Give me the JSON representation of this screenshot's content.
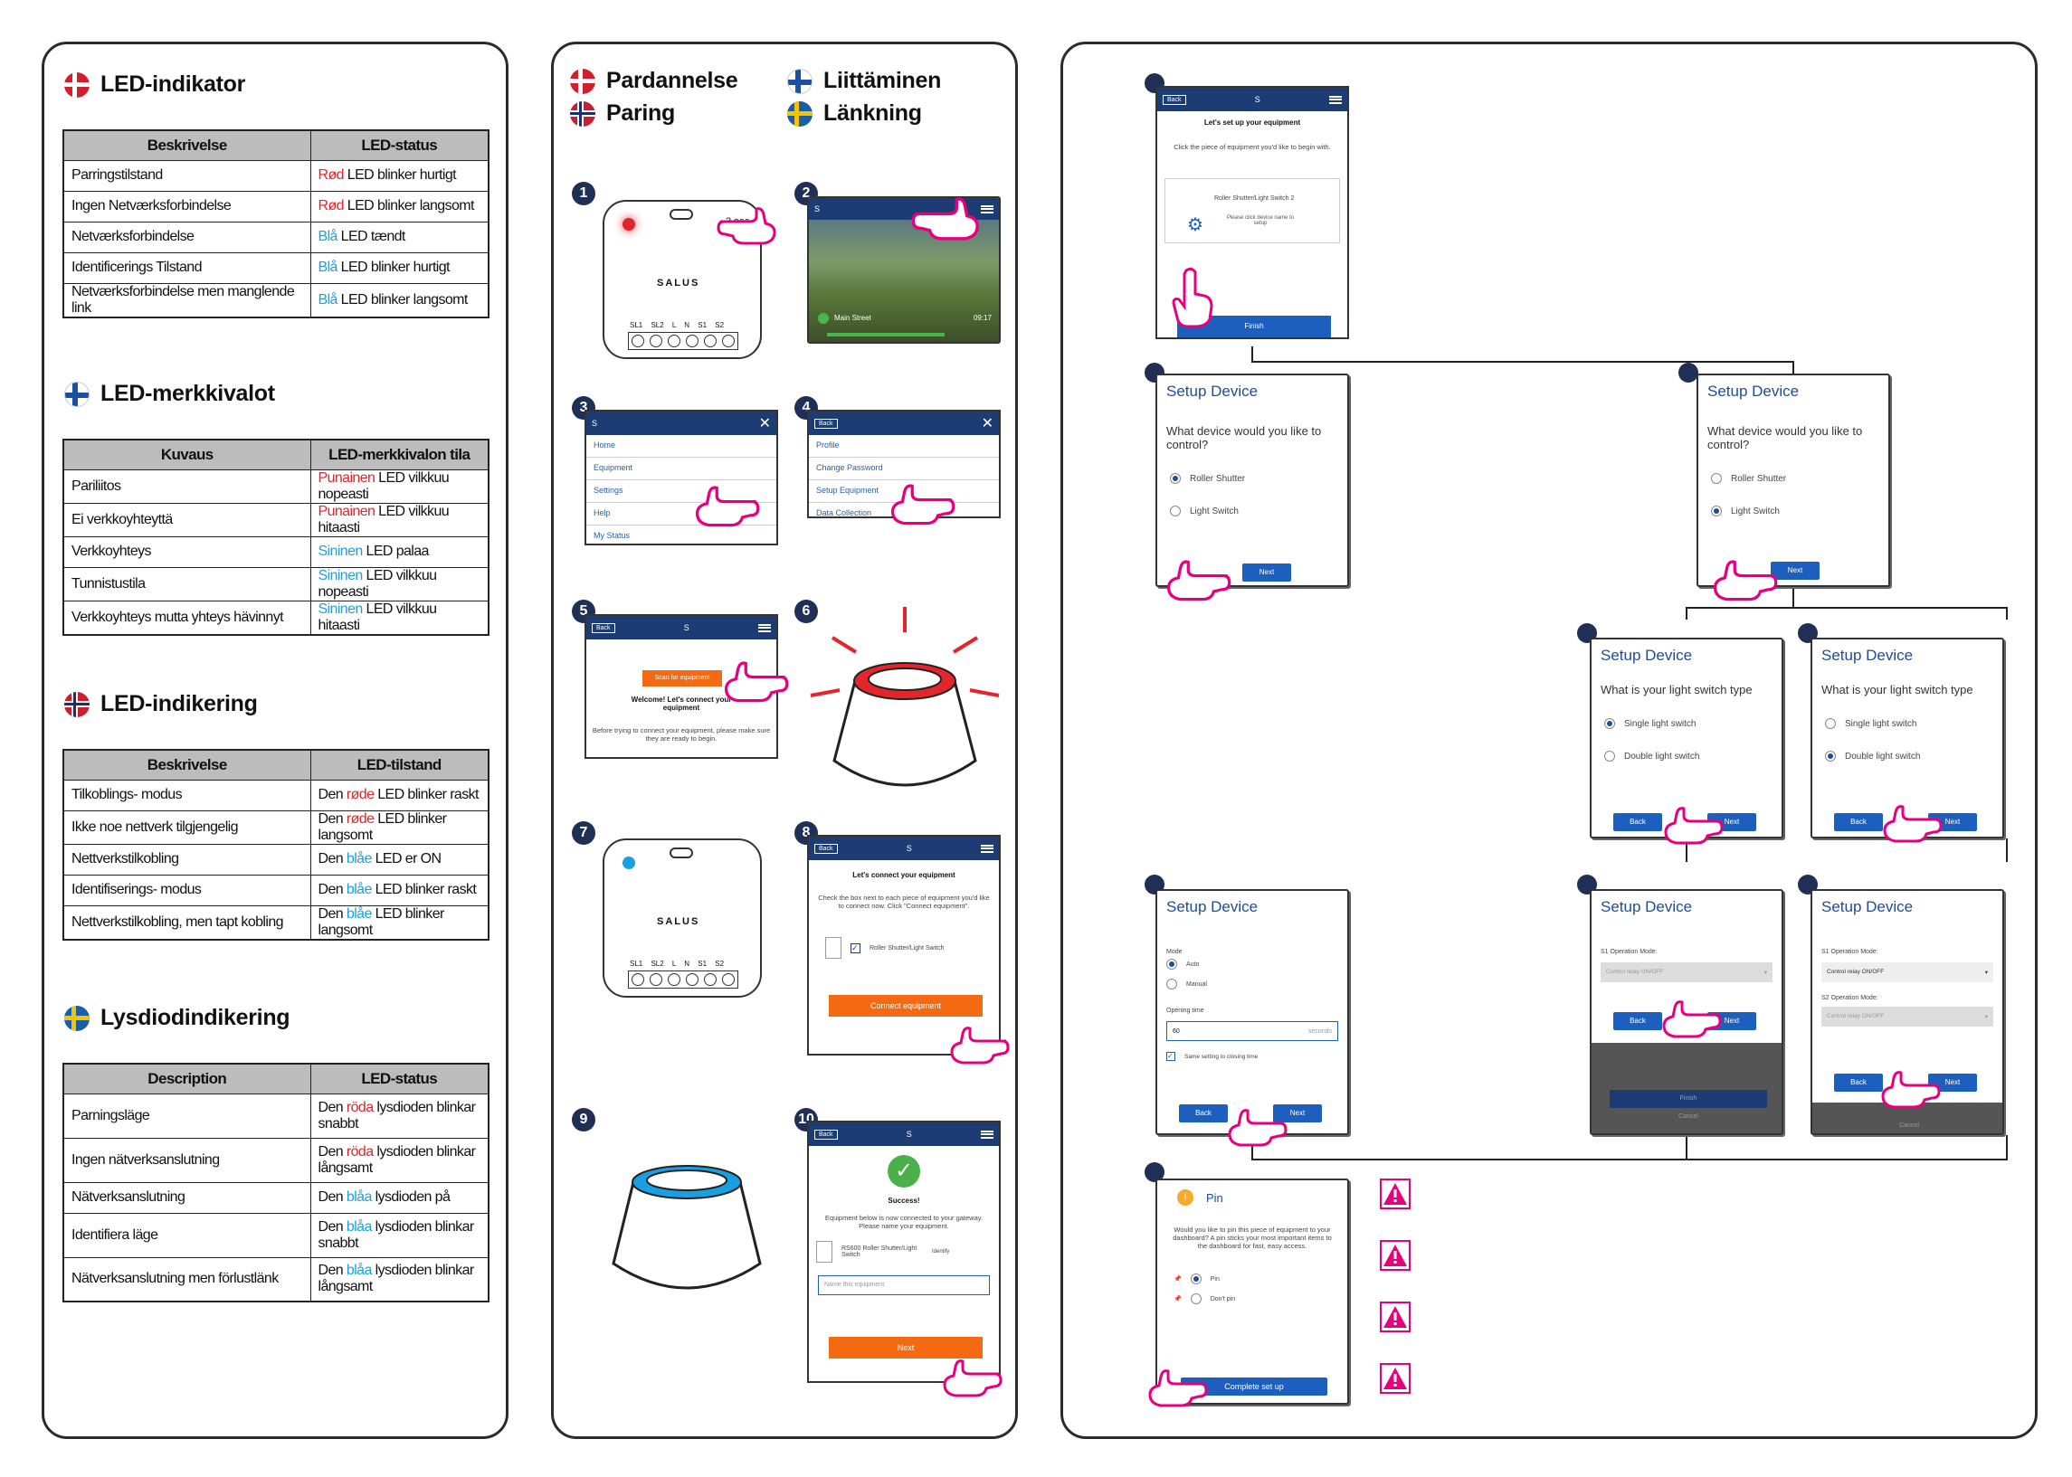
{
  "panel1": {
    "sections": [
      {
        "title": "LED-indikator",
        "flag": "denmark",
        "headers": [
          "Beskrivelse",
          "LED-status"
        ],
        "rows": [
          {
            "desc": "Parringstilstand",
            "color": "Rød",
            "cls": "red",
            "status": " LED blinker hurtigt"
          },
          {
            "desc": "Ingen Netværksforbindelse",
            "color": "Rød",
            "cls": "red",
            "status": " LED blinker langsomt"
          },
          {
            "desc": "Netværksforbindelse",
            "color": "Blå",
            "cls": "blue",
            "status": " LED tændt"
          },
          {
            "desc": "Identificerings Tilstand",
            "color": "Blå",
            "cls": "blue",
            "status": " LED blinker hurtigt"
          },
          {
            "desc": "Netværksforbindelse men manglende link",
            "color": "Blå",
            "cls": "blue",
            "status": " LED blinker langsomt"
          }
        ]
      },
      {
        "title": "LED-merkkivalot",
        "flag": "finland",
        "headers": [
          "Kuvaus",
          "LED-merkkivalon tila"
        ],
        "rows": [
          {
            "desc": "Pariliitos",
            "color": "Punainen",
            "cls": "red",
            "status": " LED vilkkuu nopeasti"
          },
          {
            "desc": "Ei verkkoyhteyttä",
            "color": "Punainen",
            "cls": "red",
            "status": " LED vilkkuu hitaasti"
          },
          {
            "desc": "Verkkoyhteys",
            "color": "Sininen",
            "cls": "blue",
            "status": " LED palaa"
          },
          {
            "desc": "Tunnistustila",
            "color": "Sininen",
            "cls": "blue",
            "status": " LED vilkkuu nopeasti"
          },
          {
            "desc": "Verkkoyhteys mutta yhteys hävinnyt",
            "color": "Sininen",
            "cls": "blue",
            "status": " LED vilkkuu hitaasti"
          }
        ]
      },
      {
        "title": "LED-indikering",
        "flag": "norway",
        "headers": [
          "Beskrivelse",
          "LED-tilstand"
        ],
        "rows": [
          {
            "desc": "Tilkoblings- modus",
            "pre": "Den ",
            "color": "røde",
            "cls": "red",
            "status": " LED blinker raskt"
          },
          {
            "desc": "Ikke noe nettverk tilgjengelig",
            "pre": "Den ",
            "color": "røde",
            "cls": "red",
            "status": " LED blinker langsomt"
          },
          {
            "desc": "Nettverkstilkobling",
            "pre": "Den ",
            "color": "blåe",
            "cls": "blue",
            "status": " LED er ON"
          },
          {
            "desc": "Identifiserings- modus",
            "pre": "Den ",
            "color": "blåe",
            "cls": "blue",
            "status": " LED blinker raskt"
          },
          {
            "desc": "Nettverkstilkobling, men tapt kobling",
            "pre": "Den ",
            "color": "blåe",
            "cls": "blue",
            "status": " LED blinker langsomt"
          }
        ]
      },
      {
        "title": "Lysdiodindikering",
        "flag": "sweden",
        "headers": [
          "Description",
          "LED-status"
        ],
        "rows": [
          {
            "desc": "Parningsläge",
            "pre": "Den ",
            "color": "röda",
            "cls": "red",
            "status": " lysdioden blinkar snabbt"
          },
          {
            "desc": "Ingen nätverksanslutning",
            "pre": "Den ",
            "color": "röda",
            "cls": "red",
            "status": " lysdioden blinkar långsamt"
          },
          {
            "desc": "Nätverksanslutning",
            "pre": "Den ",
            "color": "blåa",
            "cls": "blue",
            "status": " lysdioden på"
          },
          {
            "desc": "Identifiera läge",
            "pre": "Den ",
            "color": "blåa",
            "cls": "blue",
            "status": " lysdioden blinkar snabbt"
          },
          {
            "desc": "Nätverksanslutning men förlustlänk",
            "pre": "Den ",
            "color": "blåa",
            "cls": "blue",
            "status": " lysdioden blinkar långsamt"
          }
        ]
      }
    ]
  },
  "panel2": {
    "titles": {
      "dk": "Pardannelse",
      "no": "Paring",
      "fi": "Liittäminen",
      "se": "Länkning"
    },
    "steps": [
      "1",
      "2",
      "3",
      "4",
      "5",
      "6",
      "7",
      "8",
      "9",
      "10"
    ],
    "brand": "SALUS",
    "three_sec": "3 sec",
    "terminals": "SL1 SL2 L N S1 S2",
    "back": "Back",
    "step2": {
      "label": "Main Street",
      "time": "09:17"
    },
    "step3_menu": [
      "Home",
      "Equipment",
      "Settings",
      "Help",
      "My Status"
    ],
    "step4_menu": [
      "Profile",
      "Change Password",
      "Setup Equipment",
      "Data Collection"
    ],
    "step5": {
      "button": "Scan for equipment",
      "welcome": "Welcome! Let's connect your equipment",
      "note": "Before trying to connect your equipment, please make sure they are ready to begin."
    },
    "step8": {
      "title": "Let's connect your equipment",
      "text": "Check the box next to each piece of equipment you'd like to connect now. Click \"Connect equipment\".",
      "item": "Roller Shutter/Light Switch",
      "button": "Connect equipment"
    },
    "step10": {
      "success": "Success!",
      "text": "Equipment below is now connected to your gateway. Please name your equipment.",
      "item": "RS600 Roller Shutter/Light Switch",
      "identify": "Identify",
      "placeholder": "Name this equipment",
      "button": "Next"
    }
  },
  "panel3": {
    "top": {
      "title": "Let's set up your equipment",
      "text": "Click the piece of equipment you'd like to begin with.",
      "item": "Roller Shutter/Light Switch 2",
      "hint": "Please click device name to setup",
      "button": "Finish",
      "back": "Back"
    },
    "setup_title": "Setup Device",
    "q_device": "What device would you like to control?",
    "opt_roller": "Roller Shutter",
    "opt_light": "Light Switch",
    "q_type": "What is your light switch type",
    "opt_single": "Single light switch",
    "opt_double": "Double light switch",
    "next": "Next",
    "back": "Back",
    "mode": {
      "label": "Mode",
      "auto": "Auto",
      "manual": "Manual",
      "opening": "Opening time",
      "value": "60",
      "unit": "seconds",
      "same": "Same setting to closing time"
    },
    "s1_label": "S1 Operation Mode:",
    "s2_label": "S2 Operation Mode:",
    "relay": "Control relay ON/OFF",
    "finish": "Finish",
    "cancel": "Cancel",
    "pin": {
      "title": "Pin",
      "text": "Would you like to pin this piece of equipment to your dashboard? A pin sticks your most important items to the dashboard for fast, easy access.",
      "opt_pin": "Pin",
      "opt_dont": "Don't pin",
      "button": "Complete set up"
    }
  }
}
